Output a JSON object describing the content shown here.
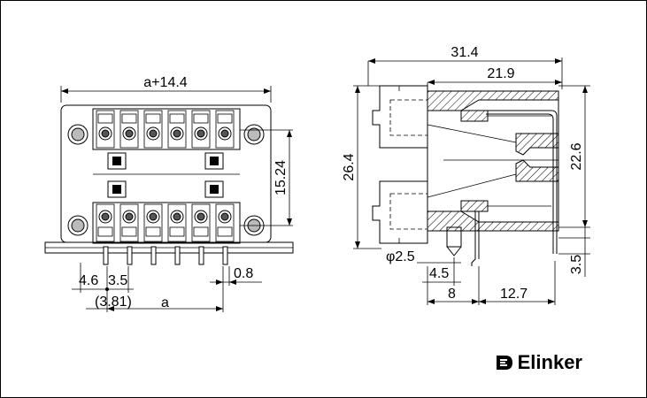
{
  "watermark": "",
  "brand": {
    "name": "Elinker",
    "logo_icon": "elinker-logo-icon"
  },
  "front_view": {
    "dims": {
      "overall_width": "a+14.4",
      "row_pitch": "15.24",
      "pin_offset": "4.6",
      "pitch": "3.5",
      "pitch_alt": "(3.81)",
      "pin_width": "0.8",
      "span": "a"
    },
    "top_positions": 6,
    "bottom_positions": 6
  },
  "side_view": {
    "dims": {
      "total_length": "31.4",
      "body_length": "21.9",
      "height": "26.4",
      "inner_height": "22.6",
      "post_diameter": "φ2.5",
      "post_offset": "4.5",
      "row_gap": "8",
      "pin_row_spacing": "12.7",
      "pin_length": "3.5"
    }
  }
}
